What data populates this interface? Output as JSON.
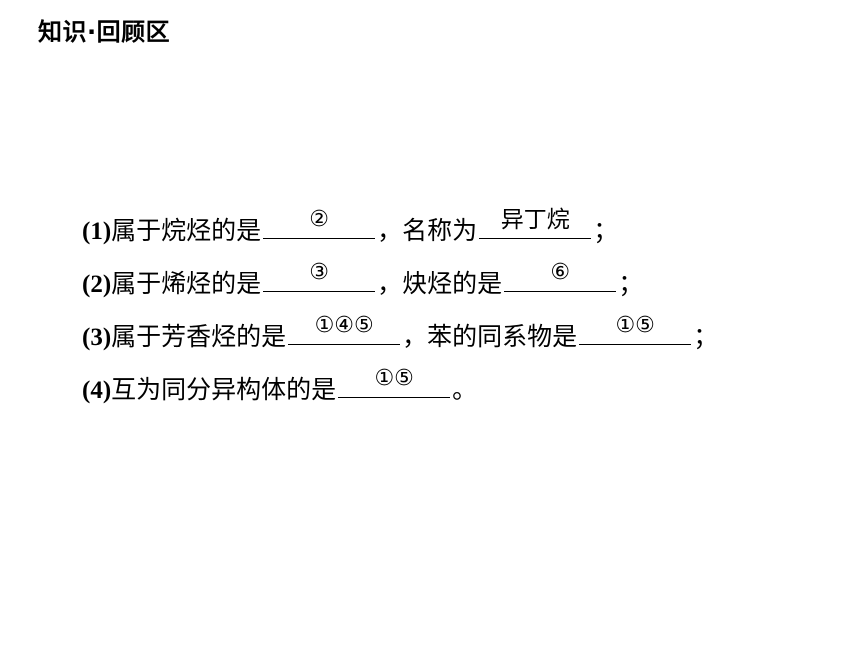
{
  "header": {
    "title": "知识·回顾区"
  },
  "lines": [
    {
      "number": "(1)",
      "p1": "属于烷烃的是",
      "a1": "②",
      "p2": "，名称为",
      "a2": "异丁烷",
      "p3": "；"
    },
    {
      "number": "(2)",
      "p1": "属于烯烃的是",
      "a1": "③",
      "p2": "，炔烃的是",
      "a2": "⑥",
      "p3": "；"
    },
    {
      "number": "(3)",
      "p1": "属于芳香烃的是",
      "a1": "①④⑤",
      "p2": "，苯的同系物是",
      "a2": "①⑤",
      "p3": "；"
    },
    {
      "number": "(4)",
      "p1": "互为同分异构体的是",
      "a1": "①⑤",
      "p2": "。"
    }
  ]
}
